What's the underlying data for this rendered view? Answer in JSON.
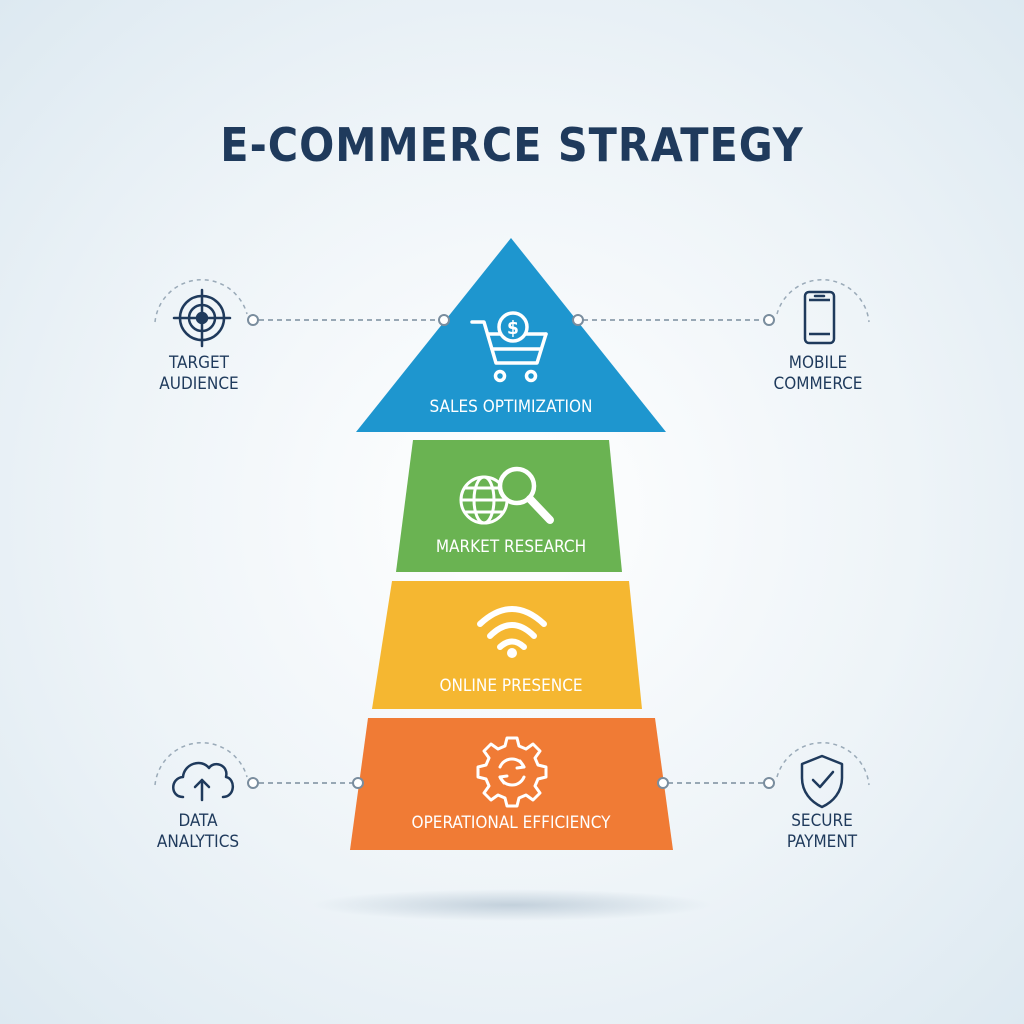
{
  "title": "E-COMMERCE STRATEGY",
  "levels": [
    {
      "label": "SALES OPTIMIZATION",
      "icon": "shopping-cart-dollar-icon",
      "color": "#1e96cf"
    },
    {
      "label": "MARKET RESEARCH",
      "icon": "globe-magnifier-icon",
      "color": "#6ab352"
    },
    {
      "label": "ONLINE PRESENCE",
      "icon": "wifi-icon",
      "color": "#f5b731"
    },
    {
      "label": "OPERATIONAL EFFICIENCY",
      "icon": "gear-cycle-icon",
      "color": "#f07b35"
    }
  ],
  "side_items": {
    "target_audience": {
      "line1": "TARGET",
      "line2": "AUDIENCE",
      "icon": "target-icon"
    },
    "mobile_commerce": {
      "line1": "MOBILE",
      "line2": "COMMERCE",
      "icon": "smartphone-icon"
    },
    "data_analytics": {
      "line1": "DATA",
      "line2": "ANALYTICS",
      "icon": "cloud-upload-icon"
    },
    "secure_payment": {
      "line1": "SECURE",
      "line2": "PAYMENT",
      "icon": "shield-check-icon"
    }
  },
  "colors": {
    "title": "#1f3a5c",
    "icon_dark": "#1f3a5c",
    "connector": "#7a8d9e"
  }
}
